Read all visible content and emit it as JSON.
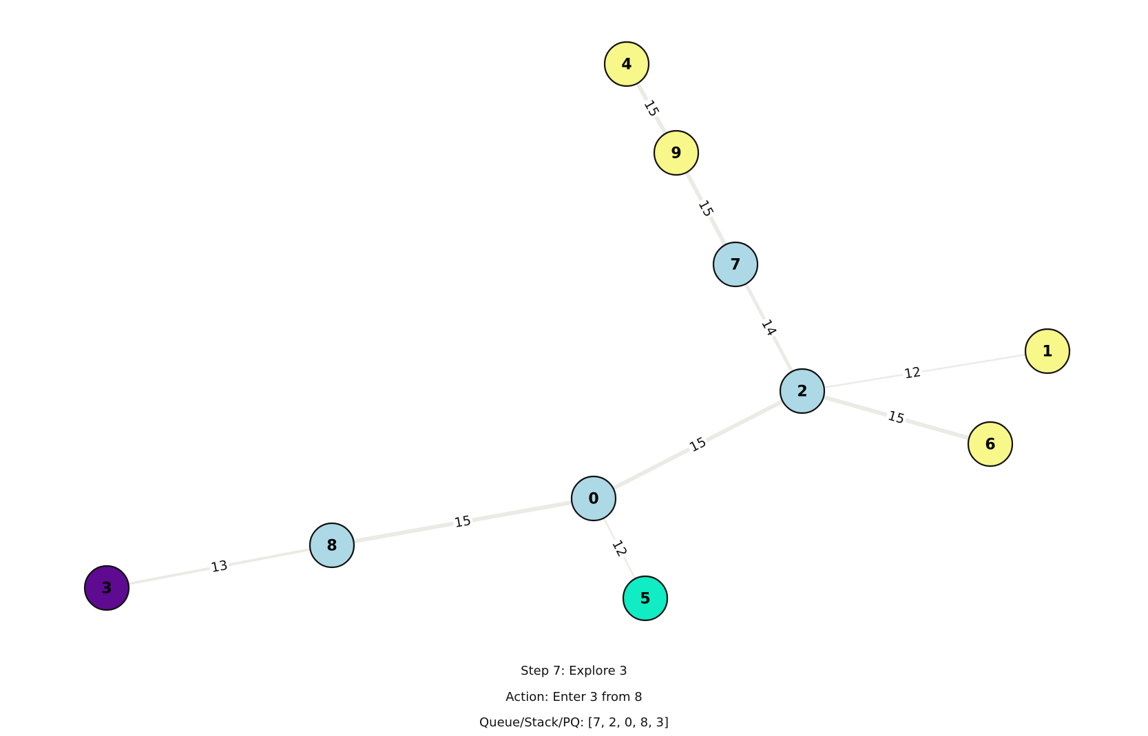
{
  "colors": {
    "background": "#ffffff",
    "edge": "#ebebe6",
    "node_outline": "#111111",
    "visited": "#add8e6",
    "unvisited": "#f7f78a",
    "current": "#5e0a91",
    "frontier": "#10ecc4"
  },
  "nodes": [
    {
      "id": "0",
      "label": "0",
      "fill": "#add8e6"
    },
    {
      "id": "1",
      "label": "1",
      "fill": "#f7f78a"
    },
    {
      "id": "2",
      "label": "2",
      "fill": "#add8e6"
    },
    {
      "id": "3",
      "label": "3",
      "fill": "#5e0a91"
    },
    {
      "id": "4",
      "label": "4",
      "fill": "#f7f78a"
    },
    {
      "id": "5",
      "label": "5",
      "fill": "#10ecc4"
    },
    {
      "id": "6",
      "label": "6",
      "fill": "#f7f78a"
    },
    {
      "id": "7",
      "label": "7",
      "fill": "#add8e6"
    },
    {
      "id": "8",
      "label": "8",
      "fill": "#add8e6"
    },
    {
      "id": "9",
      "label": "9",
      "fill": "#f7f78a"
    }
  ],
  "edges": [
    {
      "source": "4",
      "target": "9",
      "weight": "15"
    },
    {
      "source": "9",
      "target": "7",
      "weight": "15"
    },
    {
      "source": "7",
      "target": "2",
      "weight": "14"
    },
    {
      "source": "2",
      "target": "1",
      "weight": "12"
    },
    {
      "source": "2",
      "target": "6",
      "weight": "15"
    },
    {
      "source": "2",
      "target": "0",
      "weight": "15"
    },
    {
      "source": "0",
      "target": "8",
      "weight": "15"
    },
    {
      "source": "0",
      "target": "5",
      "weight": "12"
    },
    {
      "source": "8",
      "target": "3",
      "weight": "13"
    }
  ],
  "caption": {
    "step": "Step 7: Explore 3",
    "action": "Action: Enter 3 from 8",
    "queue": "Queue/Stack/PQ: [7, 2, 0, 8, 3]"
  }
}
